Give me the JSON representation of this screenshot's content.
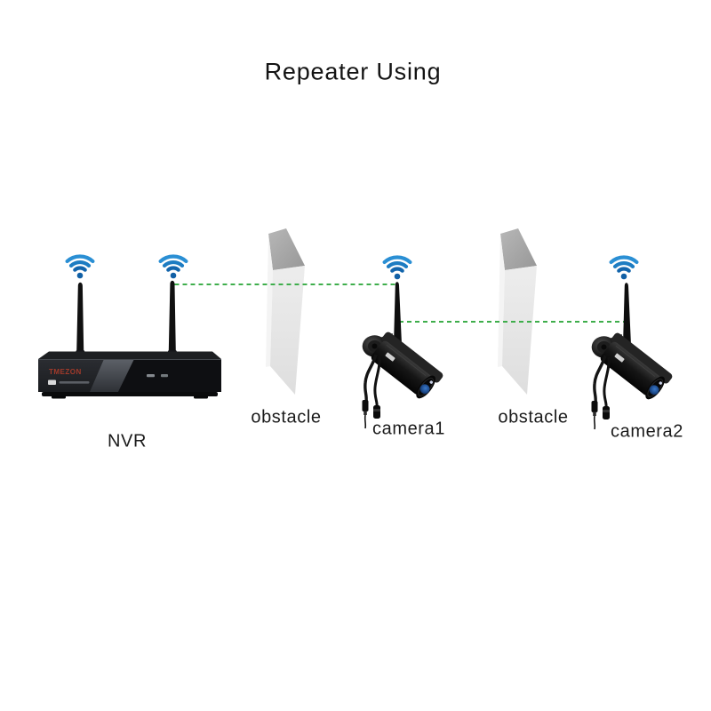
{
  "title": "Repeater Using",
  "labels": {
    "nvr": "NVR",
    "obstacle_left": "obstacle",
    "camera1": "camera1",
    "obstacle_right": "obstacle",
    "camera2": "camera2"
  },
  "nvr_device": {
    "brand": "TMEZON"
  },
  "connections": [
    {
      "from": "NVR",
      "to": "camera1",
      "style": "dashed",
      "meaning": "wireless repeater link"
    },
    {
      "from": "camera1",
      "to": "camera2",
      "style": "dashed",
      "meaning": "wireless repeater link"
    }
  ],
  "colors": {
    "wifi_icon_blue": "#1d7cc2",
    "link_green": "#3fae4c",
    "obstacle_gray": "#e9e9e9"
  }
}
